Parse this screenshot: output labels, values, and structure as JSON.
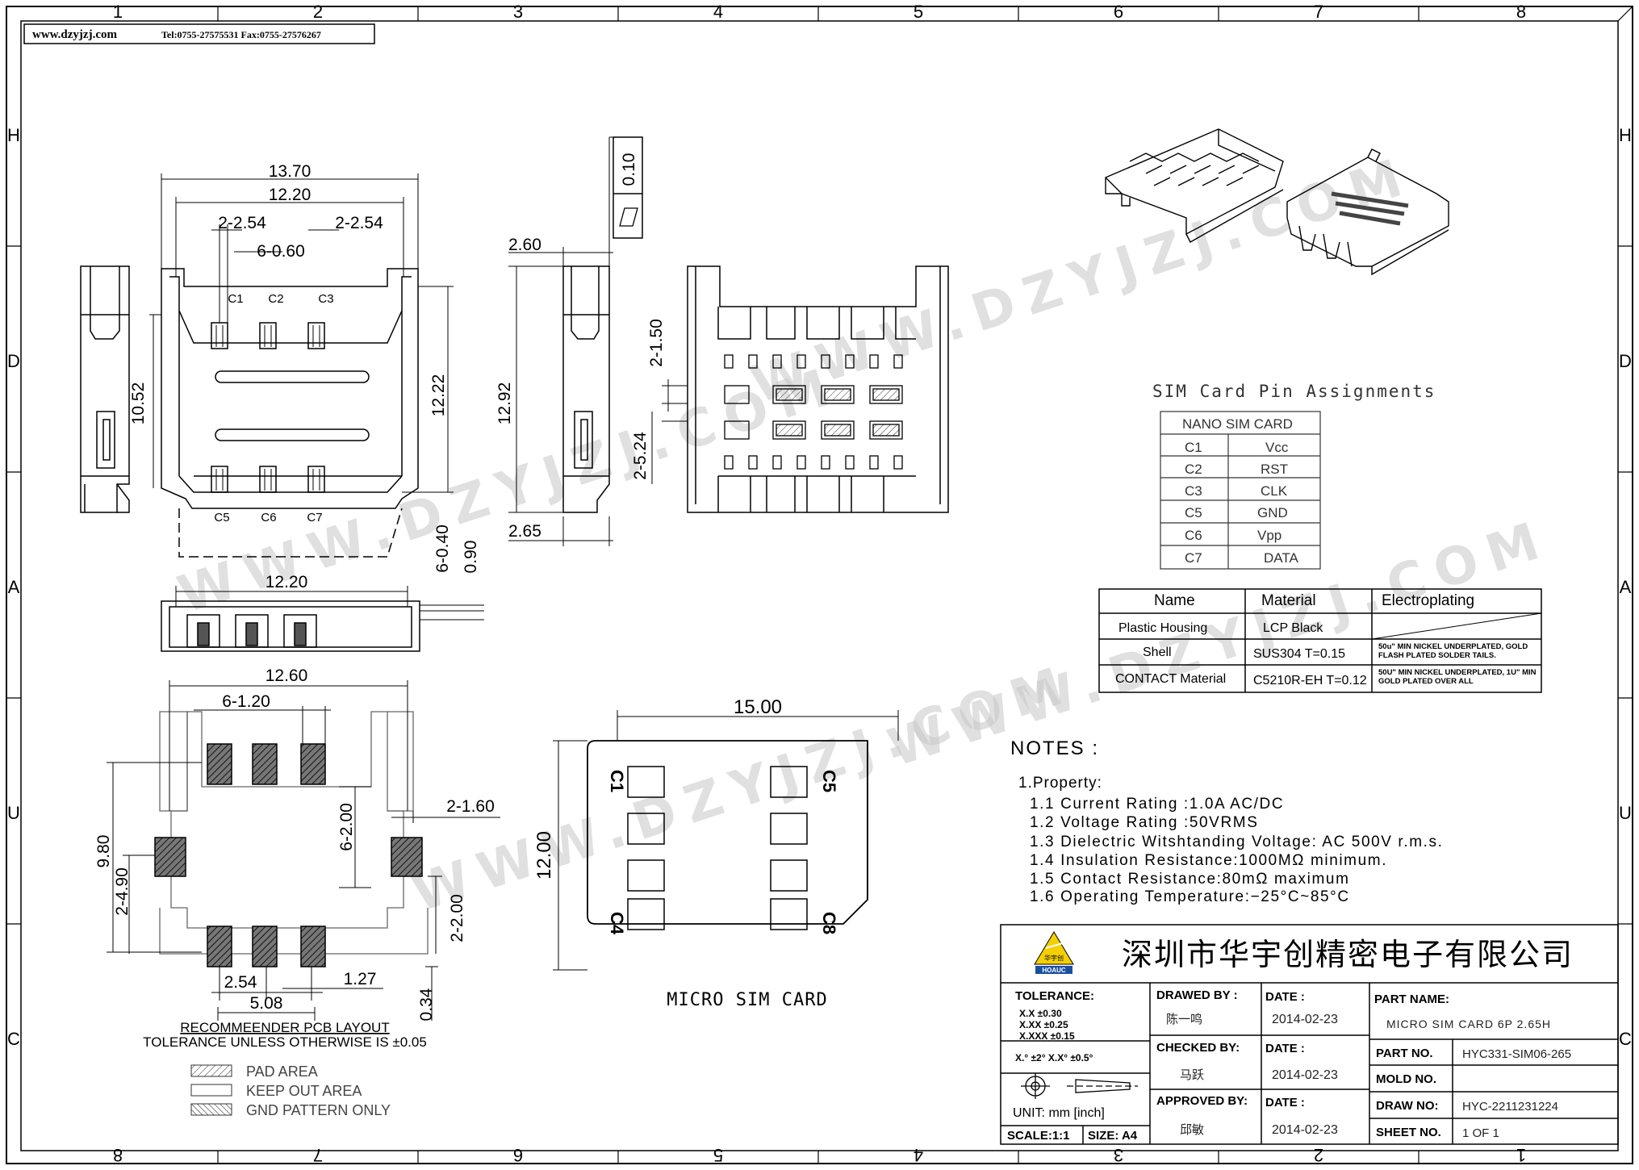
{
  "header": {
    "website": "www.dzyjzj.com",
    "contact": "Tel:0755-27575531  Fax:0755-27576267"
  },
  "frame": {
    "top_numbers": [
      "1",
      "2",
      "3",
      "4",
      "5",
      "6",
      "7",
      "8"
    ],
    "bottom_numbers": [
      "8",
      "7",
      "6",
      "5",
      "4",
      "3",
      "2",
      "1"
    ],
    "side_letters": [
      "H",
      "D",
      "A",
      "U",
      "C"
    ]
  },
  "watermark": "WWW.DZYJZJ.COM",
  "top_view": {
    "dims": [
      "13.70",
      "12.20",
      "2-2.54",
      "2-2.54",
      "6-0.60",
      "10.52",
      "12.22",
      "6-0.40",
      "0.90"
    ],
    "contacts_top": [
      "C1",
      "C2",
      "C3"
    ],
    "contacts_bottom": [
      "C5",
      "C6",
      "C7"
    ]
  },
  "front_view": {
    "dims": [
      "12.20"
    ]
  },
  "side_view": {
    "dims": [
      "2.60",
      "12.92",
      "2.65"
    ],
    "flatness": "0.10"
  },
  "bottom_view": {
    "dims": [
      "2-1.50",
      "2-5.24"
    ]
  },
  "pcb_layout": {
    "dims": [
      "12.60",
      "6-1.20",
      "2-1.60",
      "9.80",
      "2-4.90",
      "6-2.00",
      "2-2.00",
      "2.54",
      "1.27",
      "5.08",
      "0.34"
    ],
    "title": "RECOMMEENDER PCB LAYOUT",
    "tolerance": "TOLERANCE UNLESS OTHERWISE IS ±0.05",
    "legend": [
      "PAD AREA",
      "KEEP OUT AREA",
      "GND PATTERN ONLY"
    ]
  },
  "sim_card": {
    "dims": [
      "15.00",
      "12.00"
    ],
    "contacts": [
      "C1",
      "C5",
      "C4",
      "C8"
    ],
    "label": "MICRO SIM CARD"
  },
  "pin_assignments": {
    "title": "SIM Card Pin Assignments",
    "header": "NANO SIM CARD",
    "rows": [
      [
        "C1",
        "Vcc"
      ],
      [
        "C2",
        "RST"
      ],
      [
        "C3",
        "CLK"
      ],
      [
        "C5",
        "GND"
      ],
      [
        "C6",
        "Vpp"
      ],
      [
        "C7",
        "DATA"
      ]
    ]
  },
  "material_table": {
    "headers": [
      "Name",
      "Material",
      "Electroplating"
    ],
    "rows": [
      [
        "Plastic Housing",
        "LCP Black",
        ""
      ],
      [
        "Shell",
        "SUS304 T=0.15",
        "50u\" MIN NICKEL UNDERPLATED, GOLD FLASH PLATED SOLDER TAILS."
      ],
      [
        "CONTACT Material",
        "C5210R-EH T=0.12",
        "50U\" MIN NICKEL UNDERPLATED, 1U\" MIN GOLD PLATED OVER ALL"
      ]
    ]
  },
  "notes": {
    "title": "NOTES :",
    "heading": "1.Property:",
    "items": [
      "1.1  Current Rating :1.0A AC/DC",
      "1.2  Voltage Rating :50VRMS",
      "1.3  Dielectric Witshtanding Voltage: AC 500V r.m.s.",
      "1.4  Insulation Resistance:1000MΩ  minimum.",
      "1.5  Contact Resistance:80mΩ  maximum",
      "1.6  Operating Temperature:−25°C~85°C"
    ]
  },
  "title_block": {
    "company": "深圳市华宇创精密电子有限公司",
    "logo_text": "HOAUC",
    "logo_cn": "华宇创",
    "tolerance_label": "TOLERANCE:",
    "tolerances": [
      "X.X    ±0.30",
      "X.XX   ±0.25",
      "X.XXX  ±0.15"
    ],
    "angles": "X.°  ±2°      X.X°  ±0.5°",
    "unit": "UNIT:  mm  [inch]",
    "scale": "SCALE:1:1",
    "size": "SIZE:  A4",
    "drawn_label": "DRAWED BY :",
    "drawn_by": "陈一鸣",
    "checked_label": "CHECKED BY:",
    "checked_by": "马跃",
    "approved_label": "APPROVED BY:",
    "approved_by": "邱敏",
    "date_label": "DATE :",
    "date_drawn": "2014-02-23",
    "date_checked": "2014-02-23",
    "date_approved": "2014-02-23",
    "part_name_label": "PART NAME:",
    "part_name": "MICRO SIM CARD 6P 2.65H",
    "part_no_label": "PART NO.",
    "part_no": "HYC331-SIM06-265",
    "mold_no_label": "MOLD NO.",
    "mold_no": "",
    "draw_no_label": "DRAW NO:",
    "draw_no": "HYC-2211231224",
    "sheet_no_label": "SHEET NO.",
    "sheet_no": "1 OF 1"
  }
}
